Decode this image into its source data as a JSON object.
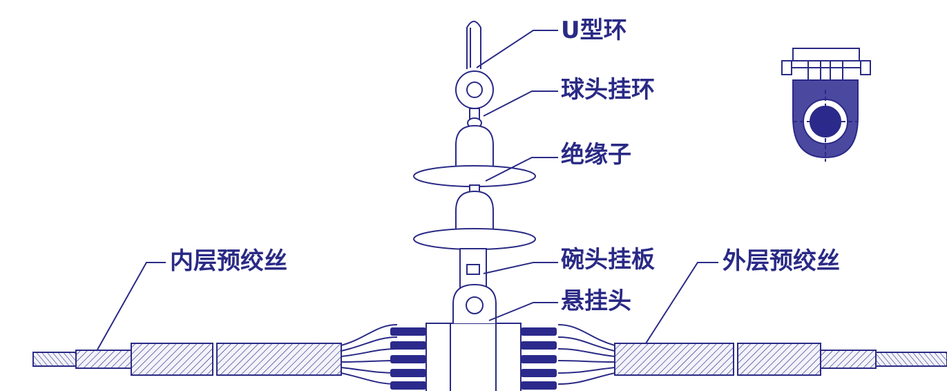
{
  "colors": {
    "line": "#2a2a86",
    "dark_fill": "#2b2a8c",
    "background": "#ffffff"
  },
  "labels": {
    "u_ring": "U型环",
    "ball_eye": "球头挂环",
    "insulator": "绝缘子",
    "socket_plate": "碗头挂板",
    "suspension_head": "悬挂头",
    "inner_armor_rods": "内层预绞丝",
    "outer_armor_rods": "外层预绞丝"
  }
}
